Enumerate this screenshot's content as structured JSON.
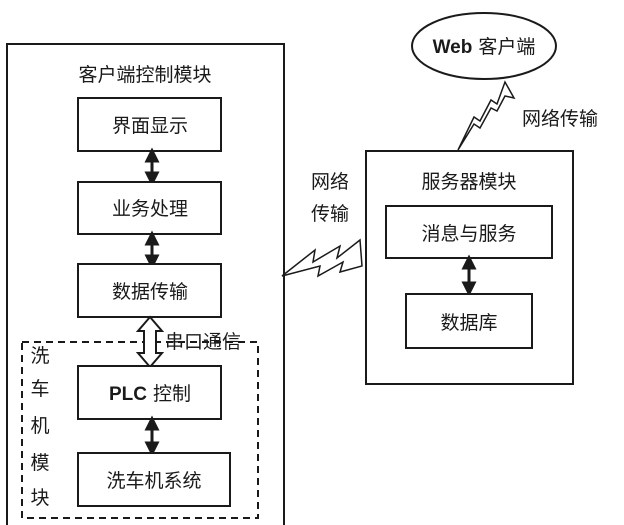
{
  "client_module": {
    "title": "客户端控制模块",
    "boxes": [
      "界面显示",
      "业务处理",
      "数据传输"
    ]
  },
  "serial_link": {
    "label": "串口通信"
  },
  "washer_module": {
    "title_chars": [
      "洗",
      "车",
      "机",
      "模",
      "块"
    ],
    "plc_prefix": "PLC",
    "plc_suffix": "控制",
    "system_box": "洗车机系统"
  },
  "network_left": {
    "line1": "网络",
    "line2": "传输"
  },
  "network_top": {
    "label": "网络传输"
  },
  "web_client": {
    "prefix": "Web",
    "suffix": "客户端"
  },
  "server_module": {
    "title": "服务器模块",
    "boxes": [
      "消息与服务",
      "数据库"
    ]
  }
}
